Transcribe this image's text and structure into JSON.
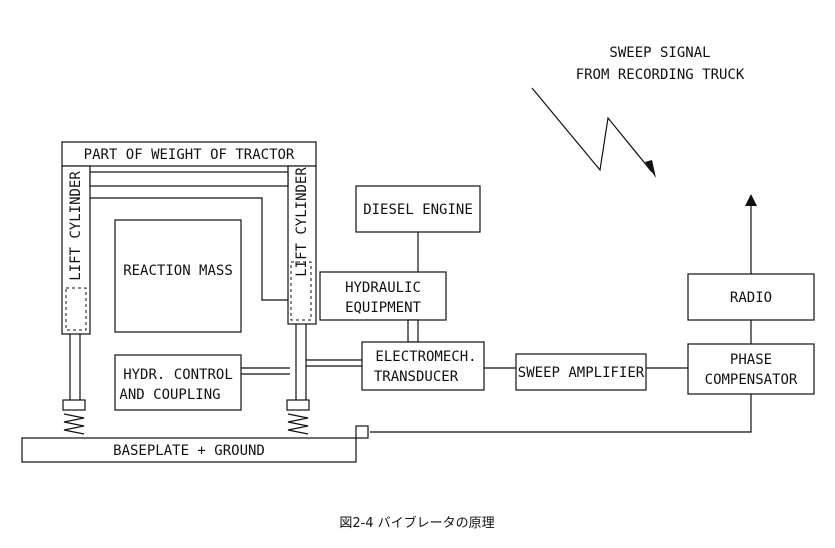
{
  "labels": {
    "sweep_signal_line1": "SWEEP SIGNAL",
    "sweep_signal_line2": "FROM RECORDING TRUCK",
    "tractor_weight": "PART OF WEIGHT OF TRACTOR",
    "lift_cylinder_left": "LIFT CYLINDER",
    "lift_cylinder_right": "LIFT CYLINDER",
    "reaction_mass": "REACTION MASS",
    "diesel_engine": "DIESEL ENGINE",
    "hydraulic_line1": "HYDRAULIC",
    "hydraulic_line2": "EQUIPMENT",
    "hydr_control_line1": "HYDR. CONTROL",
    "hydr_control_line2": "AND COUPLING",
    "electromech_line1": "ELECTROMECH.",
    "electromech_line2": "TRANSDUCER",
    "sweep_amplifier": "SWEEP AMPLIFIER",
    "radio": "RADIO",
    "phase_line1": "PHASE",
    "phase_line2": "COMPENSATOR",
    "baseplate": "BASEPLATE + GROUND"
  },
  "caption": "図2-4  バイブレータの原理"
}
